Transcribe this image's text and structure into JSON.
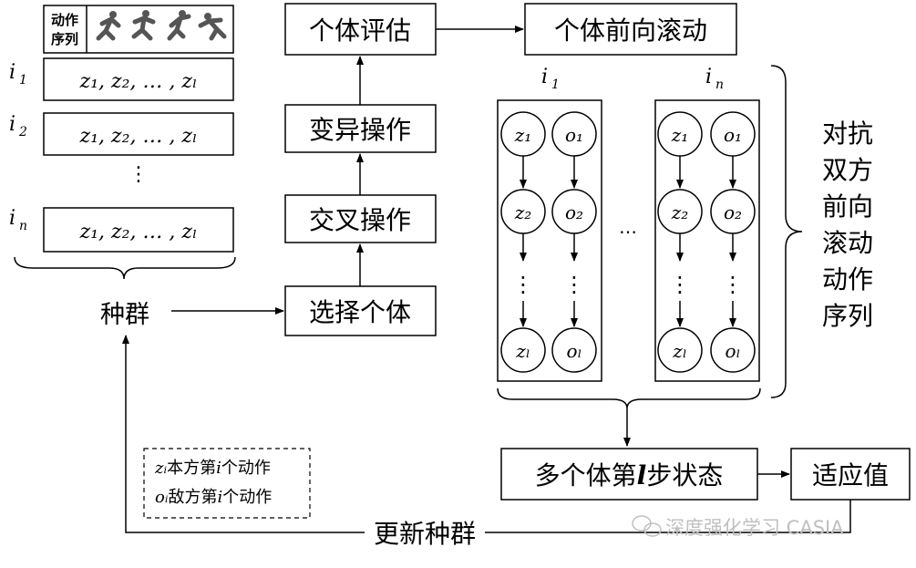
{
  "population_header": {
    "label_line1": "动作",
    "label_line2": "序列"
  },
  "population": {
    "rows": [
      {
        "index_base": "i",
        "index_sub": "1",
        "sequence": "z₁, z₂, … , zₗ"
      },
      {
        "index_base": "i",
        "index_sub": "2",
        "sequence": "z₁, z₂, … , zₗ"
      },
      {
        "index_base": "i",
        "index_sub": "n",
        "sequence": "z₁, z₂, … , zₗ"
      }
    ],
    "ellipsis": "⋮",
    "label": "种群"
  },
  "ga_steps": {
    "select": "选择个体",
    "crossover": "交叉操作",
    "mutate": "变异操作",
    "evaluate": "个体评估"
  },
  "rollout": {
    "title": "个体前向滚动",
    "individual_first": {
      "base": "i",
      "sub": "1"
    },
    "individual_last": {
      "base": "i",
      "sub": "n"
    },
    "between_ellipsis": "…",
    "nodes_z": [
      "z₁",
      "z₂",
      "zₗ"
    ],
    "nodes_o": [
      "o₁",
      "o₂",
      "oₗ"
    ],
    "vertical_ellipsis": "⋮",
    "brace_label": [
      "对抗",
      "双方",
      "前向",
      "滚动",
      "动作",
      "序列"
    ]
  },
  "state": {
    "label_before": "多个体第",
    "label_var": "l",
    "label_after": "步状态"
  },
  "fitness": {
    "label": "适应值"
  },
  "update": {
    "label": "更新种群"
  },
  "legend": {
    "z_symbol": "zᵢ",
    "z_text": "本方第",
    "o_symbol": "oᵢ",
    "o_text": "敌方第",
    "i_var": "i",
    "suffix": "个动作"
  },
  "watermark": {
    "text": "深度强化学习 CASIA"
  },
  "colors": {
    "line": "#000000",
    "figure_gray": "#555555",
    "watermark": "#bfbfbf"
  }
}
